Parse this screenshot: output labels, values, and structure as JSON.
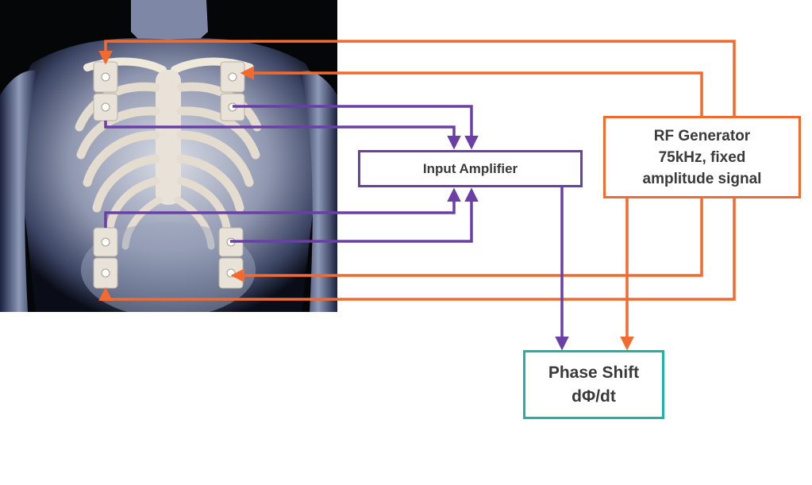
{
  "diagram": {
    "input_amplifier": {
      "label": "Input Amplifier"
    },
    "rf_generator": {
      "lines": [
        "RF Generator",
        "75kHz, fixed",
        "amplitude signal"
      ]
    },
    "phase_shift": {
      "lines": [
        "Phase Shift",
        "dΦ/dt"
      ]
    },
    "colors": {
      "rf_current": "#f26a2e",
      "voltage_sense": "#6a3fa6",
      "phase_box_border": "#20b3a3",
      "electrode": "#e8e2d8",
      "background_panel": "#050608"
    },
    "electrodes": [
      "upper-left",
      "upper-right",
      "lower-left",
      "lower-right"
    ]
  }
}
